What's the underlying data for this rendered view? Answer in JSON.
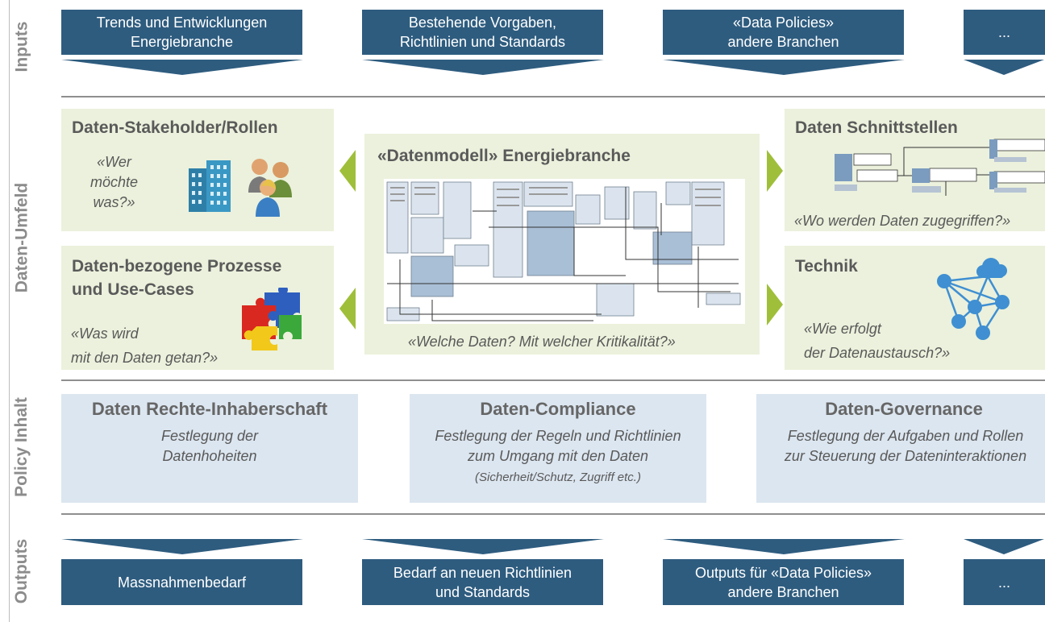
{
  "sections": {
    "inputs": "Inputs",
    "umfeld": "Daten-Umfeld",
    "policy": "Policy Inhalt",
    "outputs": "Outputs"
  },
  "inputs": [
    "Trends und Entwicklungen\nEnergiebranche",
    "Bestehende Vorgaben,\nRichtlinien und Standards",
    "«Data Policies»\nandere Branchen",
    "..."
  ],
  "umfeld": {
    "stakeholder": {
      "title": "Daten-Stakeholder/Rollen",
      "question": "«Wer\nmöchte\nwas?»"
    },
    "prozesse": {
      "title": "Daten-bezogene Prozesse\nund Use-Cases",
      "question": "«Was wird\nmit den Daten getan?»"
    },
    "datenmodell": {
      "title": "«Datenmodell» Energiebranche",
      "question": "«Welche Daten? Mit welcher Kritikalität?»"
    },
    "schnittstellen": {
      "title": "Daten Schnittstellen",
      "question": "«Wo werden Daten zugegriffen?»"
    },
    "technik": {
      "title": "Technik",
      "question": "«Wie erfolgt\nder Datenaustausch?»"
    }
  },
  "policy": [
    {
      "title": "Daten Rechte-Inhaberschaft",
      "desc": "Festlegung der\nDatenhoheiten",
      "note": ""
    },
    {
      "title": "Daten-Compliance",
      "desc": "Festlegung der Regeln und Richtlinien\nzum Umgang mit den Daten",
      "note": "(Sicherheit/Schutz, Zugriff etc.)"
    },
    {
      "title": "Daten-Governance",
      "desc": "Festlegung der Aufgaben und Rollen\nzur Steuerung der Dateninteraktionen",
      "note": ""
    }
  ],
  "outputs": [
    "Massnahmenbedarf",
    "Bedarf an neuen Richtlinien\nund Standards",
    "Outputs für «Data Policies»\nandere Branchen",
    "..."
  ],
  "colors": {
    "dark_blue": "#2e5c7f",
    "green_bg": "#ebf1dc",
    "green_arrow": "#9fbf3a",
    "light_blue": "#dce6f0",
    "network_blue": "#3f8fd2"
  },
  "icons": [
    "buildings-icon",
    "people-icon",
    "puzzle-icon",
    "network-icon",
    "cloud-icon"
  ]
}
